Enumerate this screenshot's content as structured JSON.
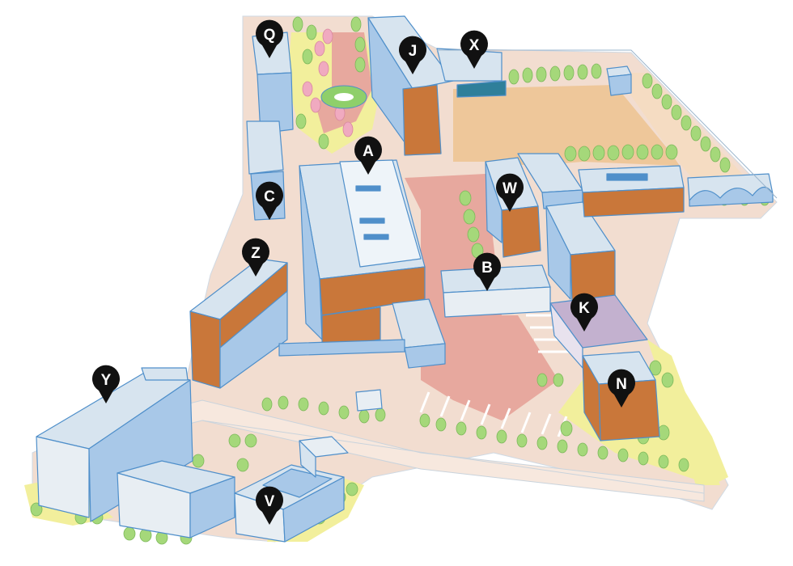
{
  "map": {
    "colors": {
      "ground": "#f2ddd0",
      "plaza": "#e7a89e",
      "field": "#eec79a",
      "grass": "#f2ef9c",
      "tree": "#a5d87a",
      "tree_pink": "#f0aac0",
      "roof": "#d7e4ef",
      "glass": "#a8c8e8",
      "wall_brick": "#c9773a",
      "outline": "#4f8fca",
      "pin": "#111111",
      "purple_roof": "#c3b1cf"
    },
    "markers": [
      {
        "id": "A",
        "label": "A"
      },
      {
        "id": "B",
        "label": "B"
      },
      {
        "id": "C",
        "label": "C"
      },
      {
        "id": "J",
        "label": "J"
      },
      {
        "id": "K",
        "label": "K"
      },
      {
        "id": "N",
        "label": "N"
      },
      {
        "id": "Q",
        "label": "Q"
      },
      {
        "id": "V",
        "label": "V"
      },
      {
        "id": "W",
        "label": "W"
      },
      {
        "id": "X",
        "label": "X"
      },
      {
        "id": "Y",
        "label": "Y"
      },
      {
        "id": "Z",
        "label": "Z"
      }
    ]
  }
}
